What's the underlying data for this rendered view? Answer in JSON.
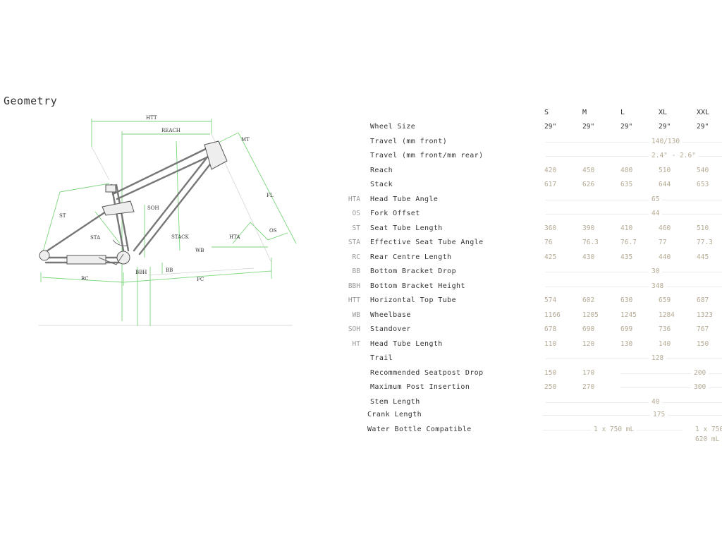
{
  "page": {
    "title": "Geometry"
  },
  "diagram": {
    "labels": {
      "htt": "HTT",
      "reach": "REACH",
      "mt": "MT",
      "st": "ST",
      "soh": "SOH",
      "fl": "FL",
      "os": "OS",
      "sta": "STA",
      "stack": "STACK",
      "hta": "HTA",
      "wb": "WB",
      "bbh": "BBH",
      "bb": "BB",
      "rc": "RC",
      "fc": "FC"
    }
  },
  "table": {
    "sizes": [
      "S",
      "M",
      "L",
      "XL",
      "XXL"
    ],
    "rows": [
      {
        "abbr": "",
        "label": "Wheel Size",
        "values": [
          "29\"",
          "29\"",
          "29\"",
          "29\"",
          "29\""
        ]
      },
      {
        "abbr": "",
        "label": "Travel (mm front)",
        "span": "140/130"
      },
      {
        "abbr": "",
        "label": "Travel (mm front/mm rear)",
        "span": "2.4\" - 2.6\""
      },
      {
        "abbr": "",
        "label": "Reach",
        "values": [
          "420",
          "450",
          "480",
          "510",
          "540"
        ]
      },
      {
        "abbr": "",
        "label": "Stack",
        "values": [
          "617",
          "626",
          "635",
          "644",
          "653"
        ]
      },
      {
        "abbr": "HTA",
        "label": "Head Tube Angle",
        "span": "65"
      },
      {
        "abbr": "OS",
        "label": "Fork Offset",
        "span": "44"
      },
      {
        "abbr": "ST",
        "label": "Seat Tube Length",
        "values": [
          "360",
          "390",
          "410",
          "460",
          "510"
        ]
      },
      {
        "abbr": "STA",
        "label": "Effective Seat Tube Angle",
        "values": [
          "76",
          "76.3",
          "76.7",
          "77",
          "77.3"
        ]
      },
      {
        "abbr": "RC",
        "label": "Rear Centre Length",
        "values": [
          "425",
          "430",
          "435",
          "440",
          "445"
        ]
      },
      {
        "abbr": "BB",
        "label": "Bottom Bracket Drop",
        "span": "30"
      },
      {
        "abbr": "BBH",
        "label": "Bottom Bracket Height",
        "span": "348"
      },
      {
        "abbr": "HTT",
        "label": "Horizontal Top Tube",
        "values": [
          "574",
          "602",
          "630",
          "659",
          "687"
        ]
      },
      {
        "abbr": "WB",
        "label": "Wheelbase",
        "values": [
          "1166",
          "1205",
          "1245",
          "1284",
          "1323"
        ]
      },
      {
        "abbr": "SOH",
        "label": "Standover",
        "values": [
          "678",
          "690",
          "699",
          "736",
          "767"
        ]
      },
      {
        "abbr": "HT",
        "label": "Head Tube Length",
        "values": [
          "110",
          "120",
          "130",
          "140",
          "150"
        ]
      },
      {
        "abbr": "",
        "label": "Trail",
        "span": "128"
      },
      {
        "abbr": "",
        "label": "Recommended Seatpost Drop",
        "values": [
          "150",
          "170"
        ],
        "partial_span": "200"
      },
      {
        "abbr": "",
        "label": "Maximum Post Insertion",
        "values": [
          "250",
          "270"
        ],
        "partial_span": "300"
      },
      {
        "abbr": "",
        "label": "Stem Length",
        "span": "40"
      }
    ],
    "extra_rows": [
      {
        "label": "Crank Length",
        "span": "175"
      },
      {
        "label": "Water Bottle Compatible",
        "left": "1 x 750 mL",
        "right": "1 x 750",
        "right2": "620 mL"
      }
    ]
  }
}
